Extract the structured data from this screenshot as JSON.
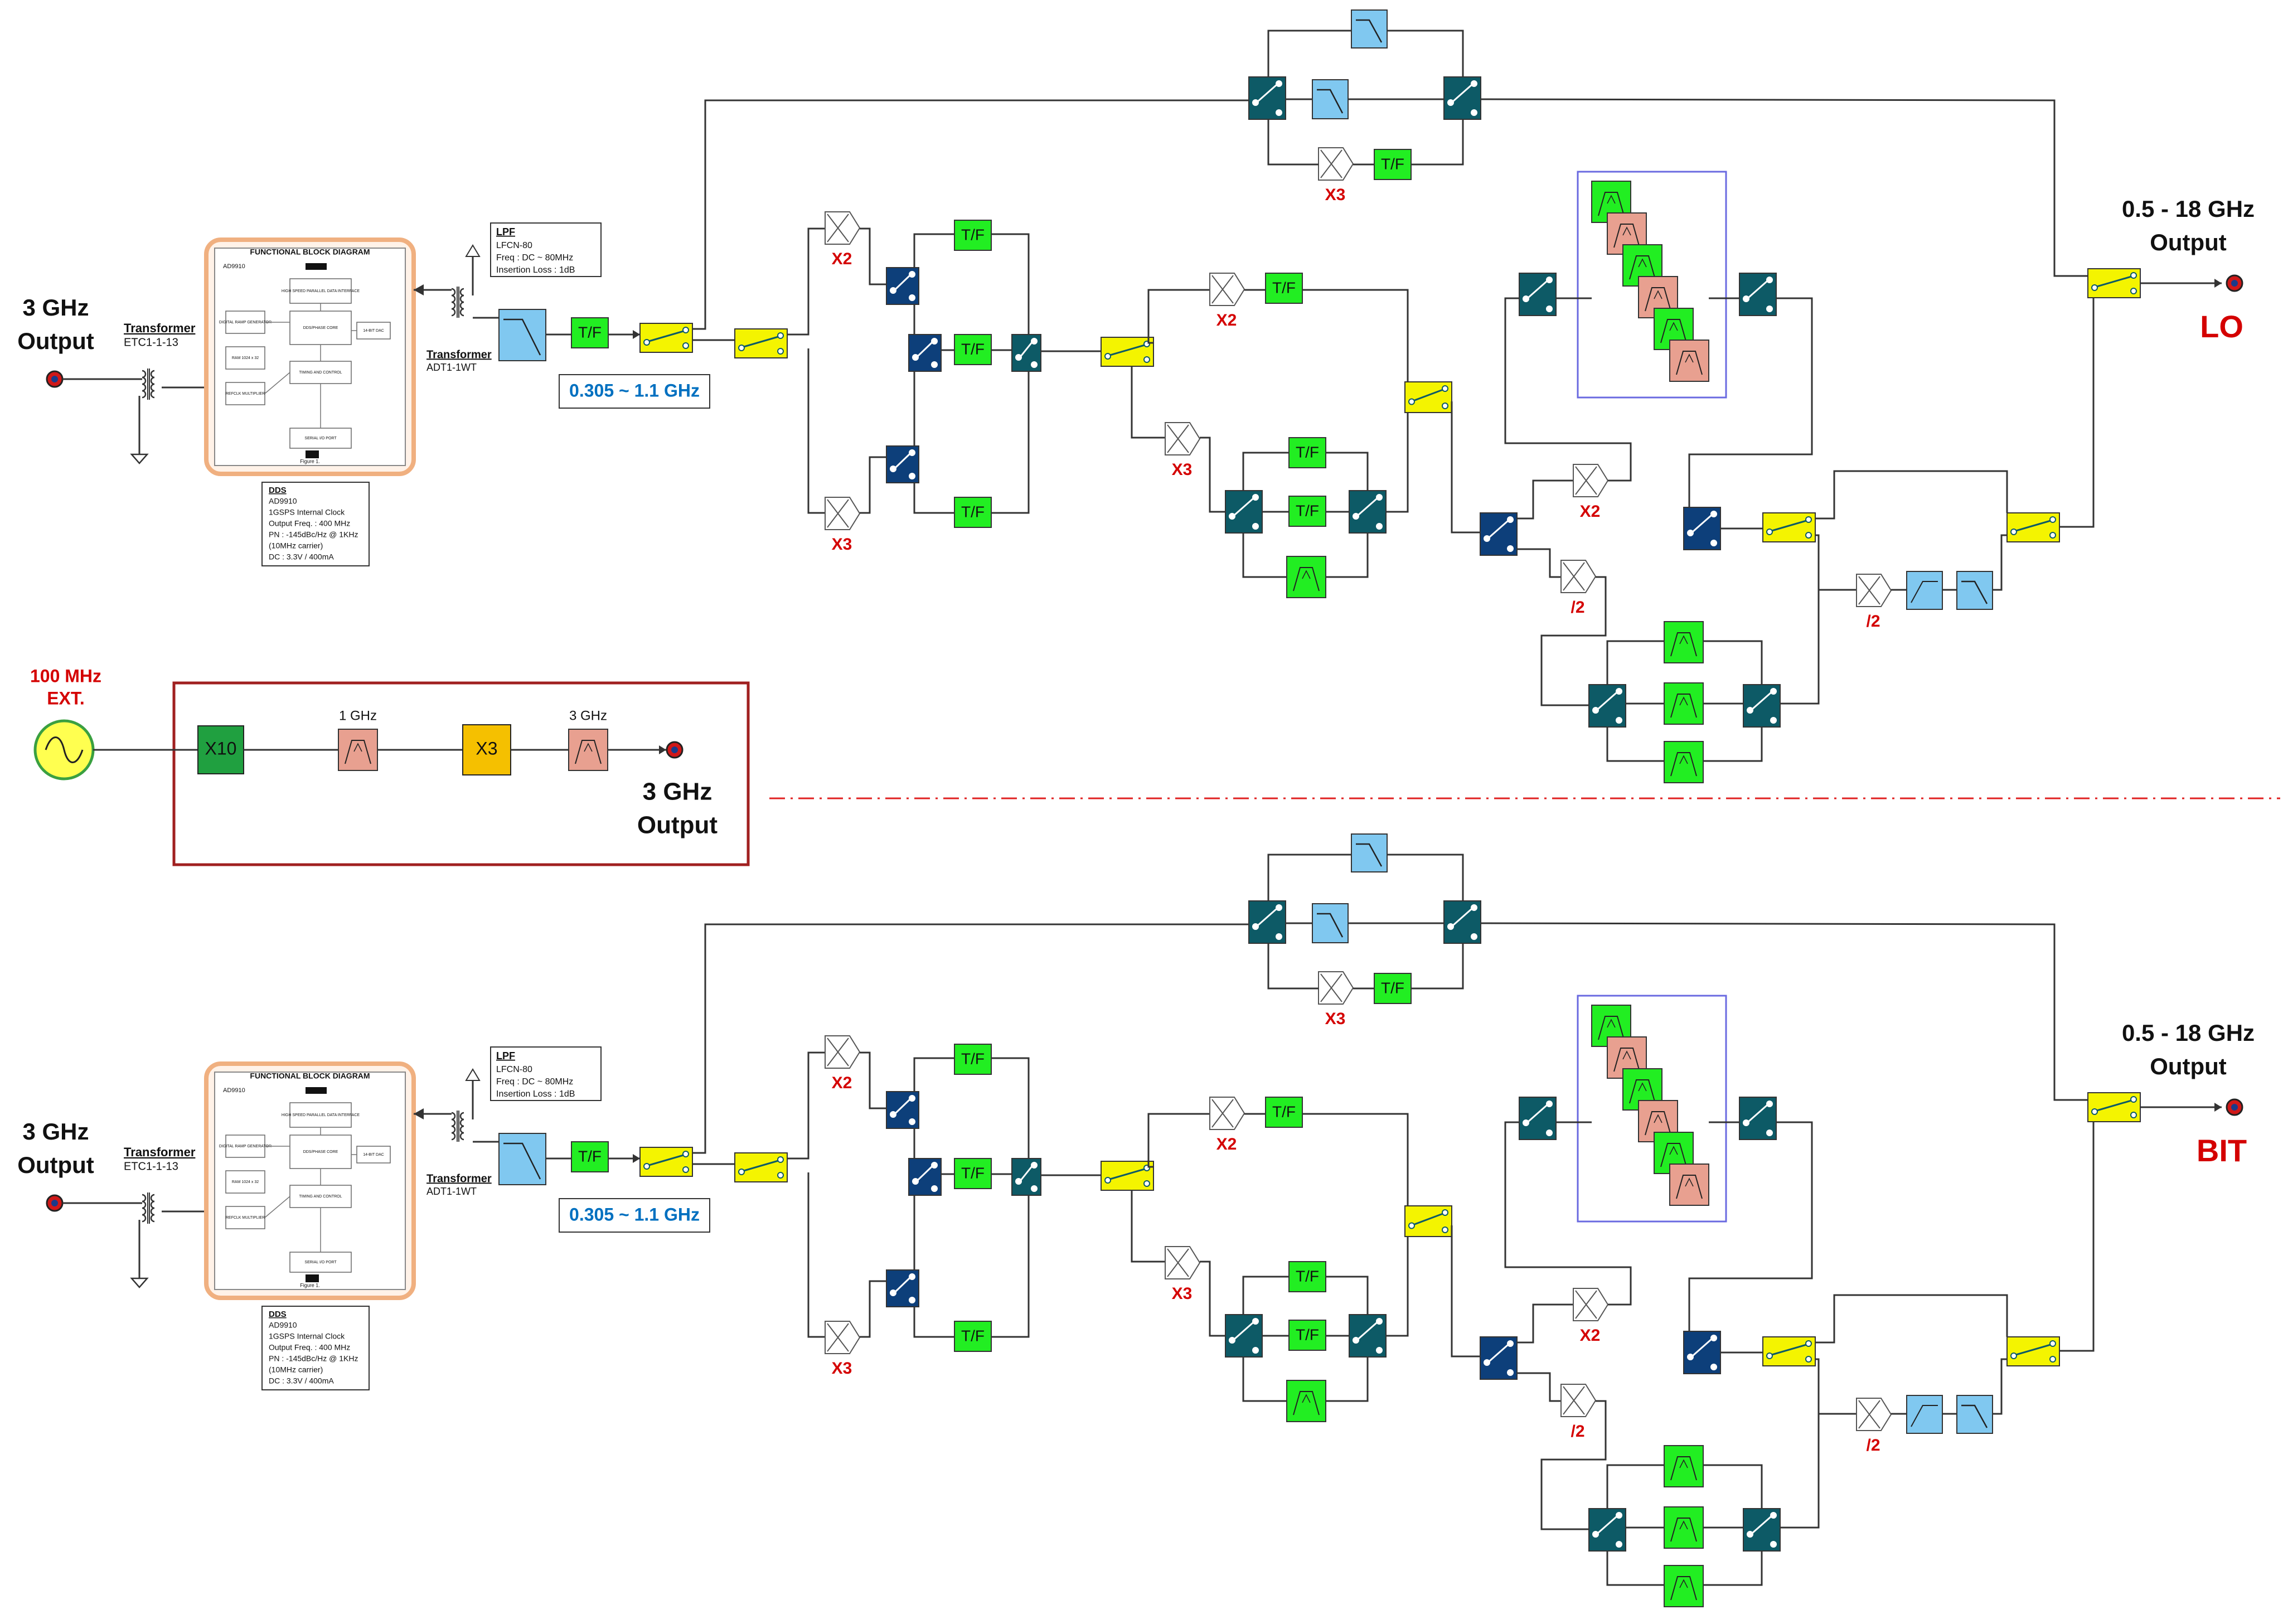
{
  "colors": {
    "tf_fill": "#22ee22",
    "bpf_green": "#22ee22",
    "bpf_pink": "#e8a090",
    "lpf_blue": "#80c8f0",
    "switch_yellow": "#f4f400",
    "switch_teal": "#0d5a66",
    "switch_navy": "#0d3f7a",
    "mult_label_red": "#d40000",
    "band_label_blue": "#0070c0",
    "dds_border": "#f0b080",
    "ref_box_border": "#a02020",
    "x10_fill": "#20a040",
    "x3_fill": "#f5c000",
    "divider_red": "#e02020"
  },
  "reference_chain": {
    "source_label_line1": "100 MHz",
    "source_label_line2": "EXT.",
    "x10_label": "X10",
    "filter1_label": "1 GHz",
    "x3_label": "X3",
    "filter2_label": "3 GHz",
    "output_line1": "3 GHz",
    "output_line2": "Output",
    "source_icon": "sine-source-icon"
  },
  "chains": [
    {
      "input_line1": "3 GHz",
      "input_line2": "Output",
      "transformer1_title": "Transformer",
      "transformer1_part": "ETC1-1-13",
      "dds_header": "FUNCTIONAL BLOCK DIAGRAM",
      "dds_chip": "AD9910",
      "dds_blocks": [
        "HIGH SPEED PARALLEL DATA INTERFACE",
        "DIGITAL RAMP GENERATOR",
        "DDS/PHASE CORE",
        "14-BIT DAC",
        "RAM 1024 x 32",
        "TIMING AND CONTROL",
        "REFCLK MULTIPLIER",
        "SERIAL I/O PORT",
        "Figure 1."
      ],
      "dds_info_title": "DDS",
      "dds_info_lines": [
        "AD9910",
        "1GSPS Internal Clock",
        "Output Freq. : 400 MHz",
        "PN : -145dBc/Hz @ 1KHz",
        "(10MHz carrier)",
        "DC : 3.3V / 400mA"
      ],
      "transformer2_title": "Transformer",
      "transformer2_part": "ADT1-1WT",
      "lpf_title": "LPF",
      "lpf_lines": [
        "LFCN-80",
        "Freq : DC ~ 80MHz",
        "Insertion Loss : 1dB"
      ],
      "band_label": "0.305 ~ 1.1 GHz",
      "tf_label": "T/F",
      "x2_label": "X2",
      "x3_label": "X3",
      "div2_label": "/2",
      "output_line1": "0.5 - 18 GHz",
      "output_line2": "Output",
      "channel_name": "LO"
    },
    {
      "input_line1": "3 GHz",
      "input_line2": "Output",
      "transformer1_title": "Transformer",
      "transformer1_part": "ETC1-1-13",
      "dds_header": "FUNCTIONAL BLOCK DIAGRAM",
      "dds_chip": "AD9910",
      "dds_blocks": [
        "HIGH SPEED PARALLEL DATA INTERFACE",
        "DIGITAL RAMP GENERATOR",
        "DDS/PHASE CORE",
        "14-BIT DAC",
        "RAM 1024 x 32",
        "TIMING AND CONTROL",
        "REFCLK MULTIPLIER",
        "SERIAL I/O PORT",
        "Figure 1."
      ],
      "dds_info_title": "DDS",
      "dds_info_lines": [
        "AD9910",
        "1GSPS Internal Clock",
        "Output Freq. : 400 MHz",
        "PN : -145dBc/Hz @ 1KHz",
        "(10MHz carrier)",
        "DC : 3.3V / 400mA"
      ],
      "transformer2_title": "Transformer",
      "transformer2_part": "ADT1-1WT",
      "lpf_title": "LPF",
      "lpf_lines": [
        "LFCN-80",
        "Freq : DC ~ 80MHz",
        "Insertion Loss : 1dB"
      ],
      "band_label": "0.305 ~ 1.1 GHz",
      "tf_label": "T/F",
      "x2_label": "X2",
      "x3_label": "X3",
      "div2_label": "/2",
      "output_line1": "0.5 - 18 GHz",
      "output_line2": "Output",
      "channel_name": "BIT"
    }
  ]
}
